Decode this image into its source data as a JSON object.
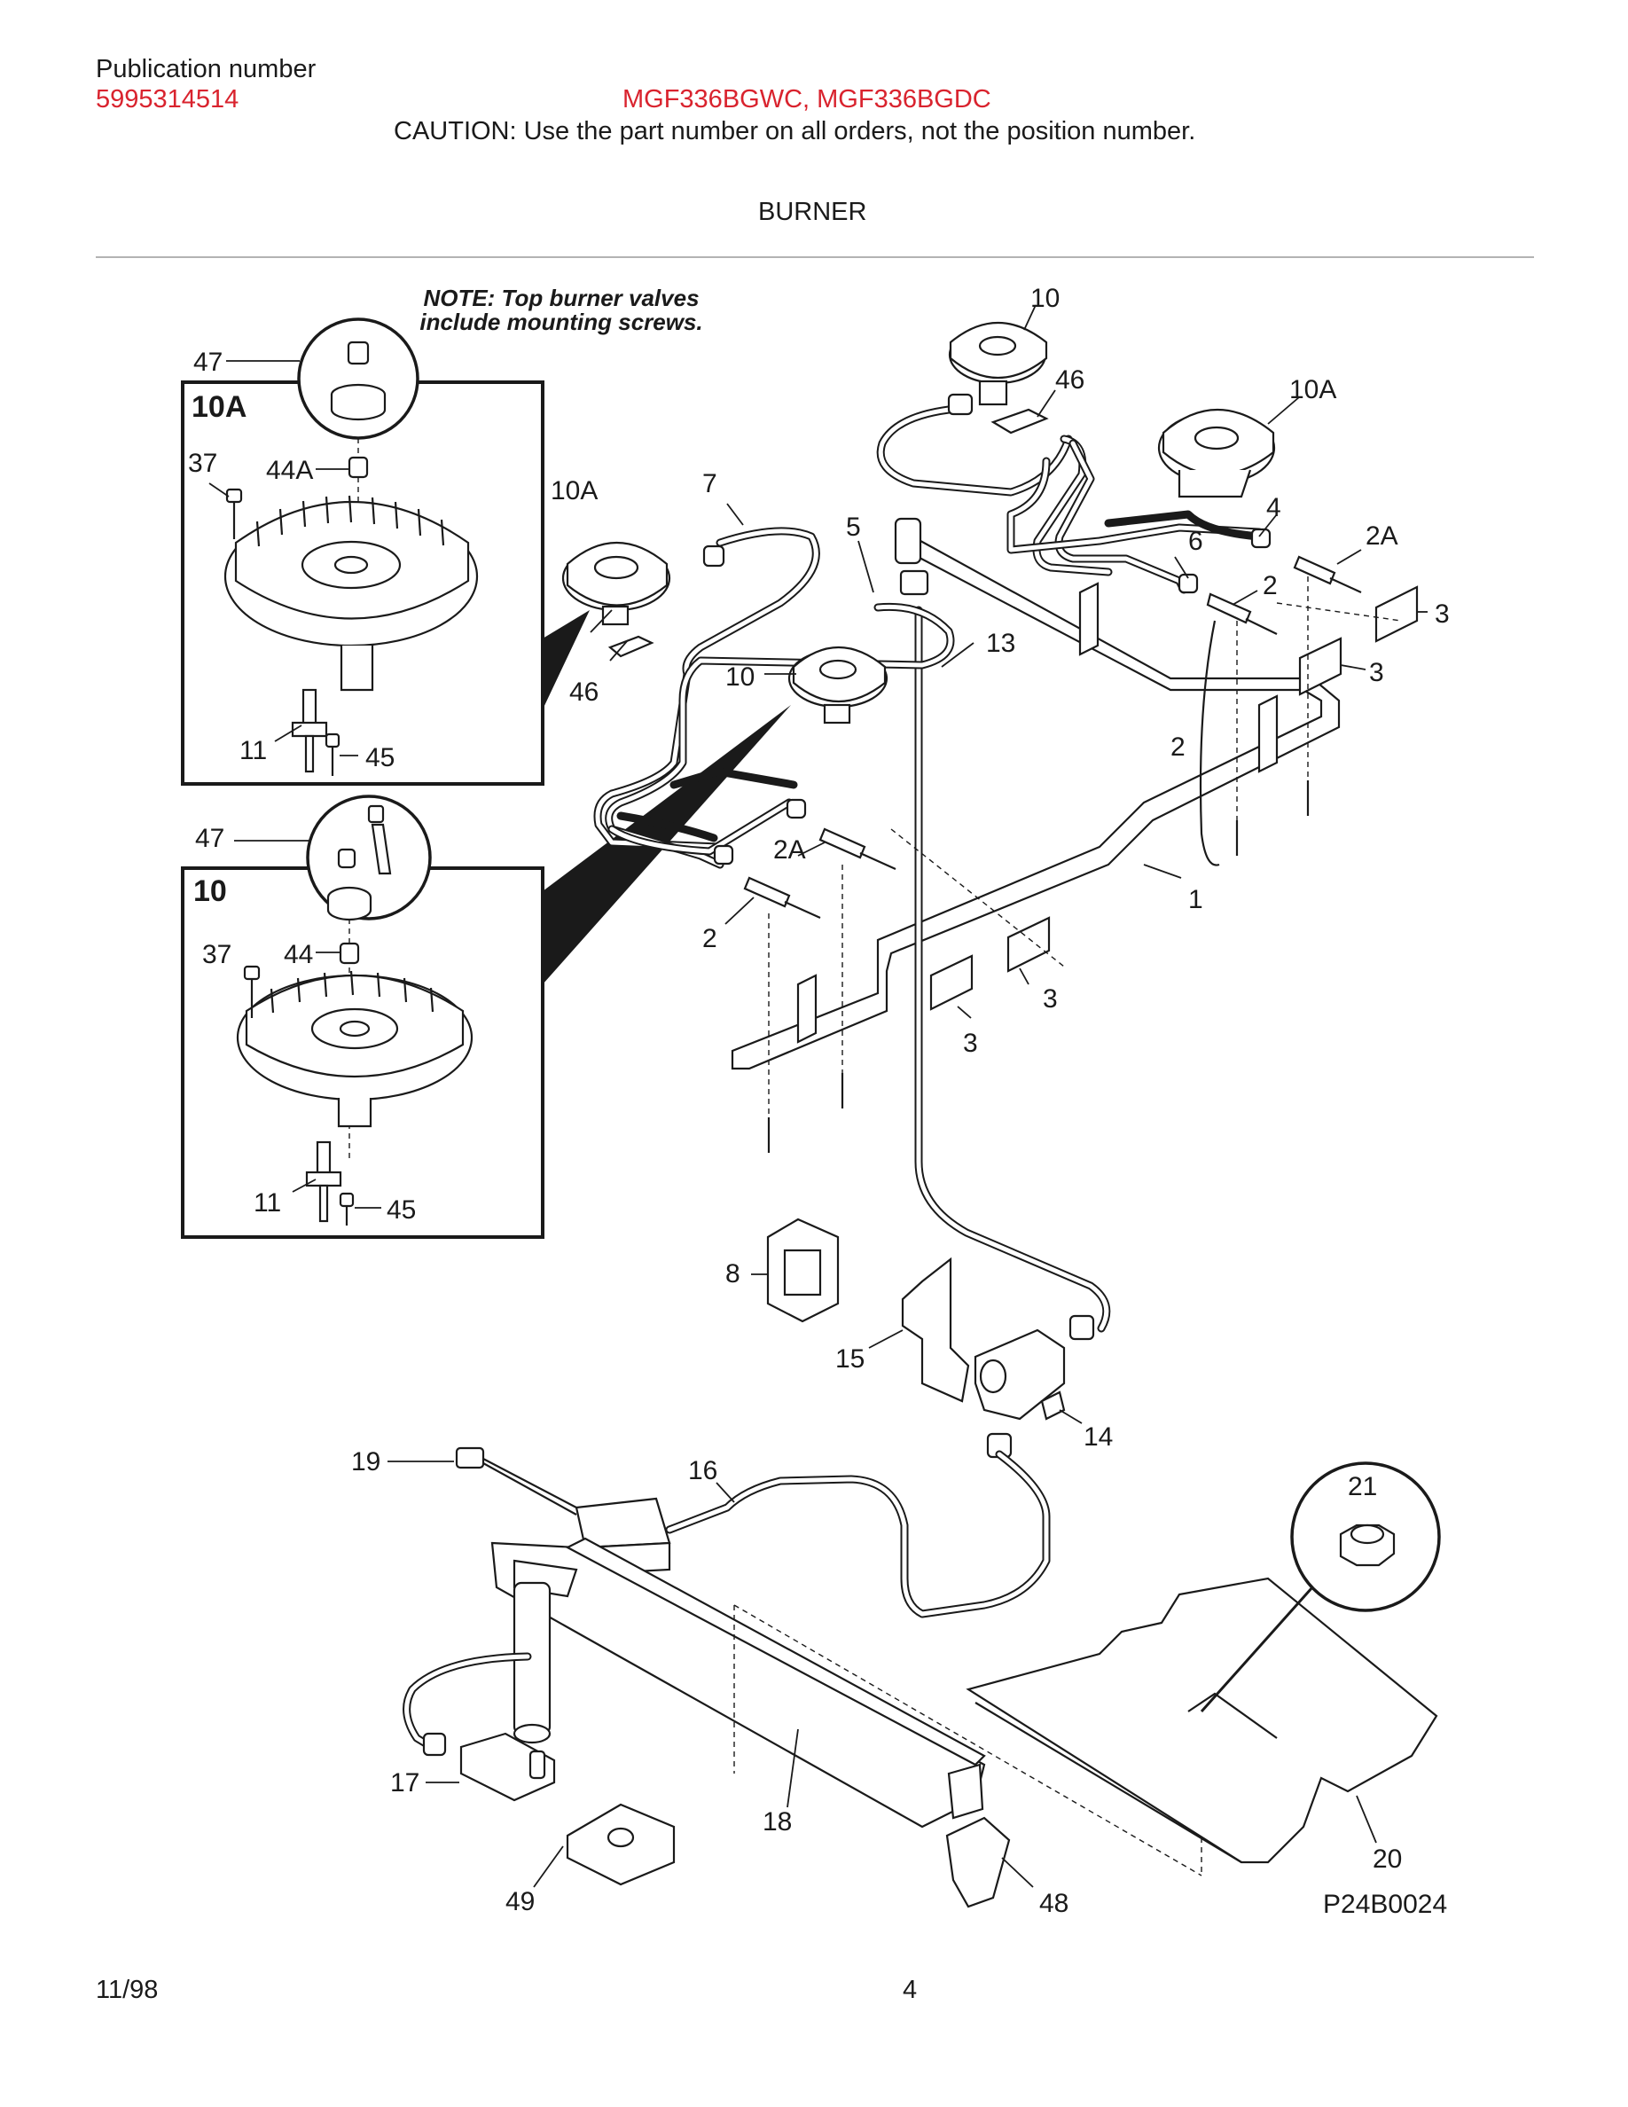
{
  "header": {
    "publication_label": "Publication number",
    "publication_number": "5995314514",
    "models": "MGF336BGWC, MGF336BGDC",
    "caution": "CAUTION:  Use the part number on all orders, not the position number.",
    "section_title": "BURNER"
  },
  "diagram": {
    "note_line1": "NOTE: Top burner valves",
    "note_line2": "include mounting screws.",
    "inset_top_label": "10A",
    "inset_bottom_label": "10",
    "drawing_code": "P24B0024",
    "callouts": {
      "c47a": "47",
      "c37a": "37",
      "c44aa": "44A",
      "c11a": "11",
      "c45a": "45",
      "c47b": "47",
      "c37b": "37",
      "c44b": "44",
      "c11b": "11",
      "c45b": "45",
      "c10a_left": "10A",
      "c46_left": "46",
      "c7": "7",
      "c5": "5",
      "c10_mid": "10",
      "c13": "13",
      "c2a_left": "2A",
      "c2_left": "2",
      "c10_top": "10",
      "c46_top": "46",
      "c10a_right": "10A",
      "c4": "4",
      "c6": "6",
      "c2_right": "2",
      "c2a_right": "2A",
      "c3_a": "3",
      "c3_b": "3",
      "c2_wire": "2",
      "c1": "1",
      "c3_c": "3",
      "c3_d": "3",
      "c8": "8",
      "c15": "15",
      "c14": "14",
      "c19": "19",
      "c16": "16",
      "c21": "21",
      "c17": "17",
      "c18": "18",
      "c49": "49",
      "c48": "48",
      "c20": "20"
    }
  },
  "footer": {
    "date": "11/98",
    "page": "4"
  }
}
